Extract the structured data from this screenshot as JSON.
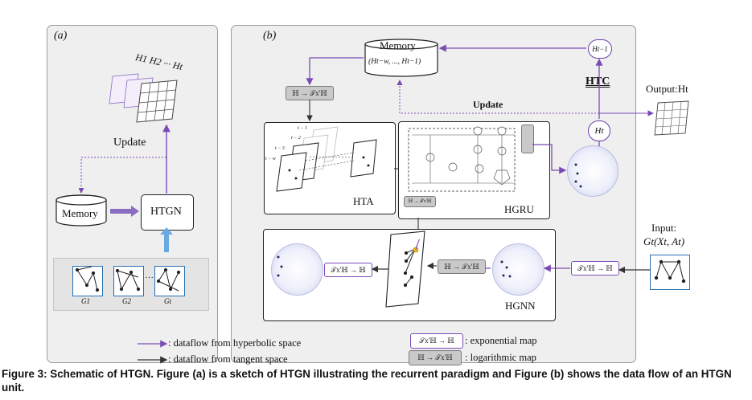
{
  "panel_a": {
    "label": "(a)",
    "h_sequence": "H1 H2 ··· Ht",
    "update": "Update",
    "memory": "Memory",
    "htgn": "HTGN",
    "ellipsis": "···",
    "graph_labels": [
      "G1",
      "G2",
      "Gt"
    ]
  },
  "panel_b": {
    "label": "(b)",
    "memory_title": "Memory",
    "memory_sub": "(Ht−w, ..., Ht−1)",
    "ht_prev": "Ht−1",
    "htc": "HTC",
    "output": "Output:Ht",
    "update": "Update",
    "ht_node": "Ht",
    "log_map": "ℍ → 𝒯x'ℍ",
    "exp_map": "𝒯x'ℍ → ℍ",
    "hta": "HTA",
    "hgru": "HGRU",
    "hgnn": "HGNN",
    "input_title": "Input:",
    "input_graph": "Gt(Xt, At)",
    "t_labels": [
      "t − 1",
      "t − 2",
      "t − 3",
      "t − w"
    ]
  },
  "legend": {
    "hyperbolic": ": dataflow from hyperbolic space",
    "tangent": ": dataflow from tangent space",
    "exp_box": "𝒯x'ℍ → ℍ",
    "exp_text": ": exponential map",
    "log_box": "ℍ → 𝒯x'ℍ",
    "log_text": ": logarithmic map"
  },
  "caption": {
    "text": "Figure 3: Schematic of HTGN. Figure (a) is a sketch of HTGN illustrating the recurrent paradigm and Figure (b) shows the data flow of an HTGN unit."
  },
  "colors": {
    "hyperbolic": "#7b4bb5",
    "tangent": "#333333",
    "panel_bg": "#efefef"
  }
}
